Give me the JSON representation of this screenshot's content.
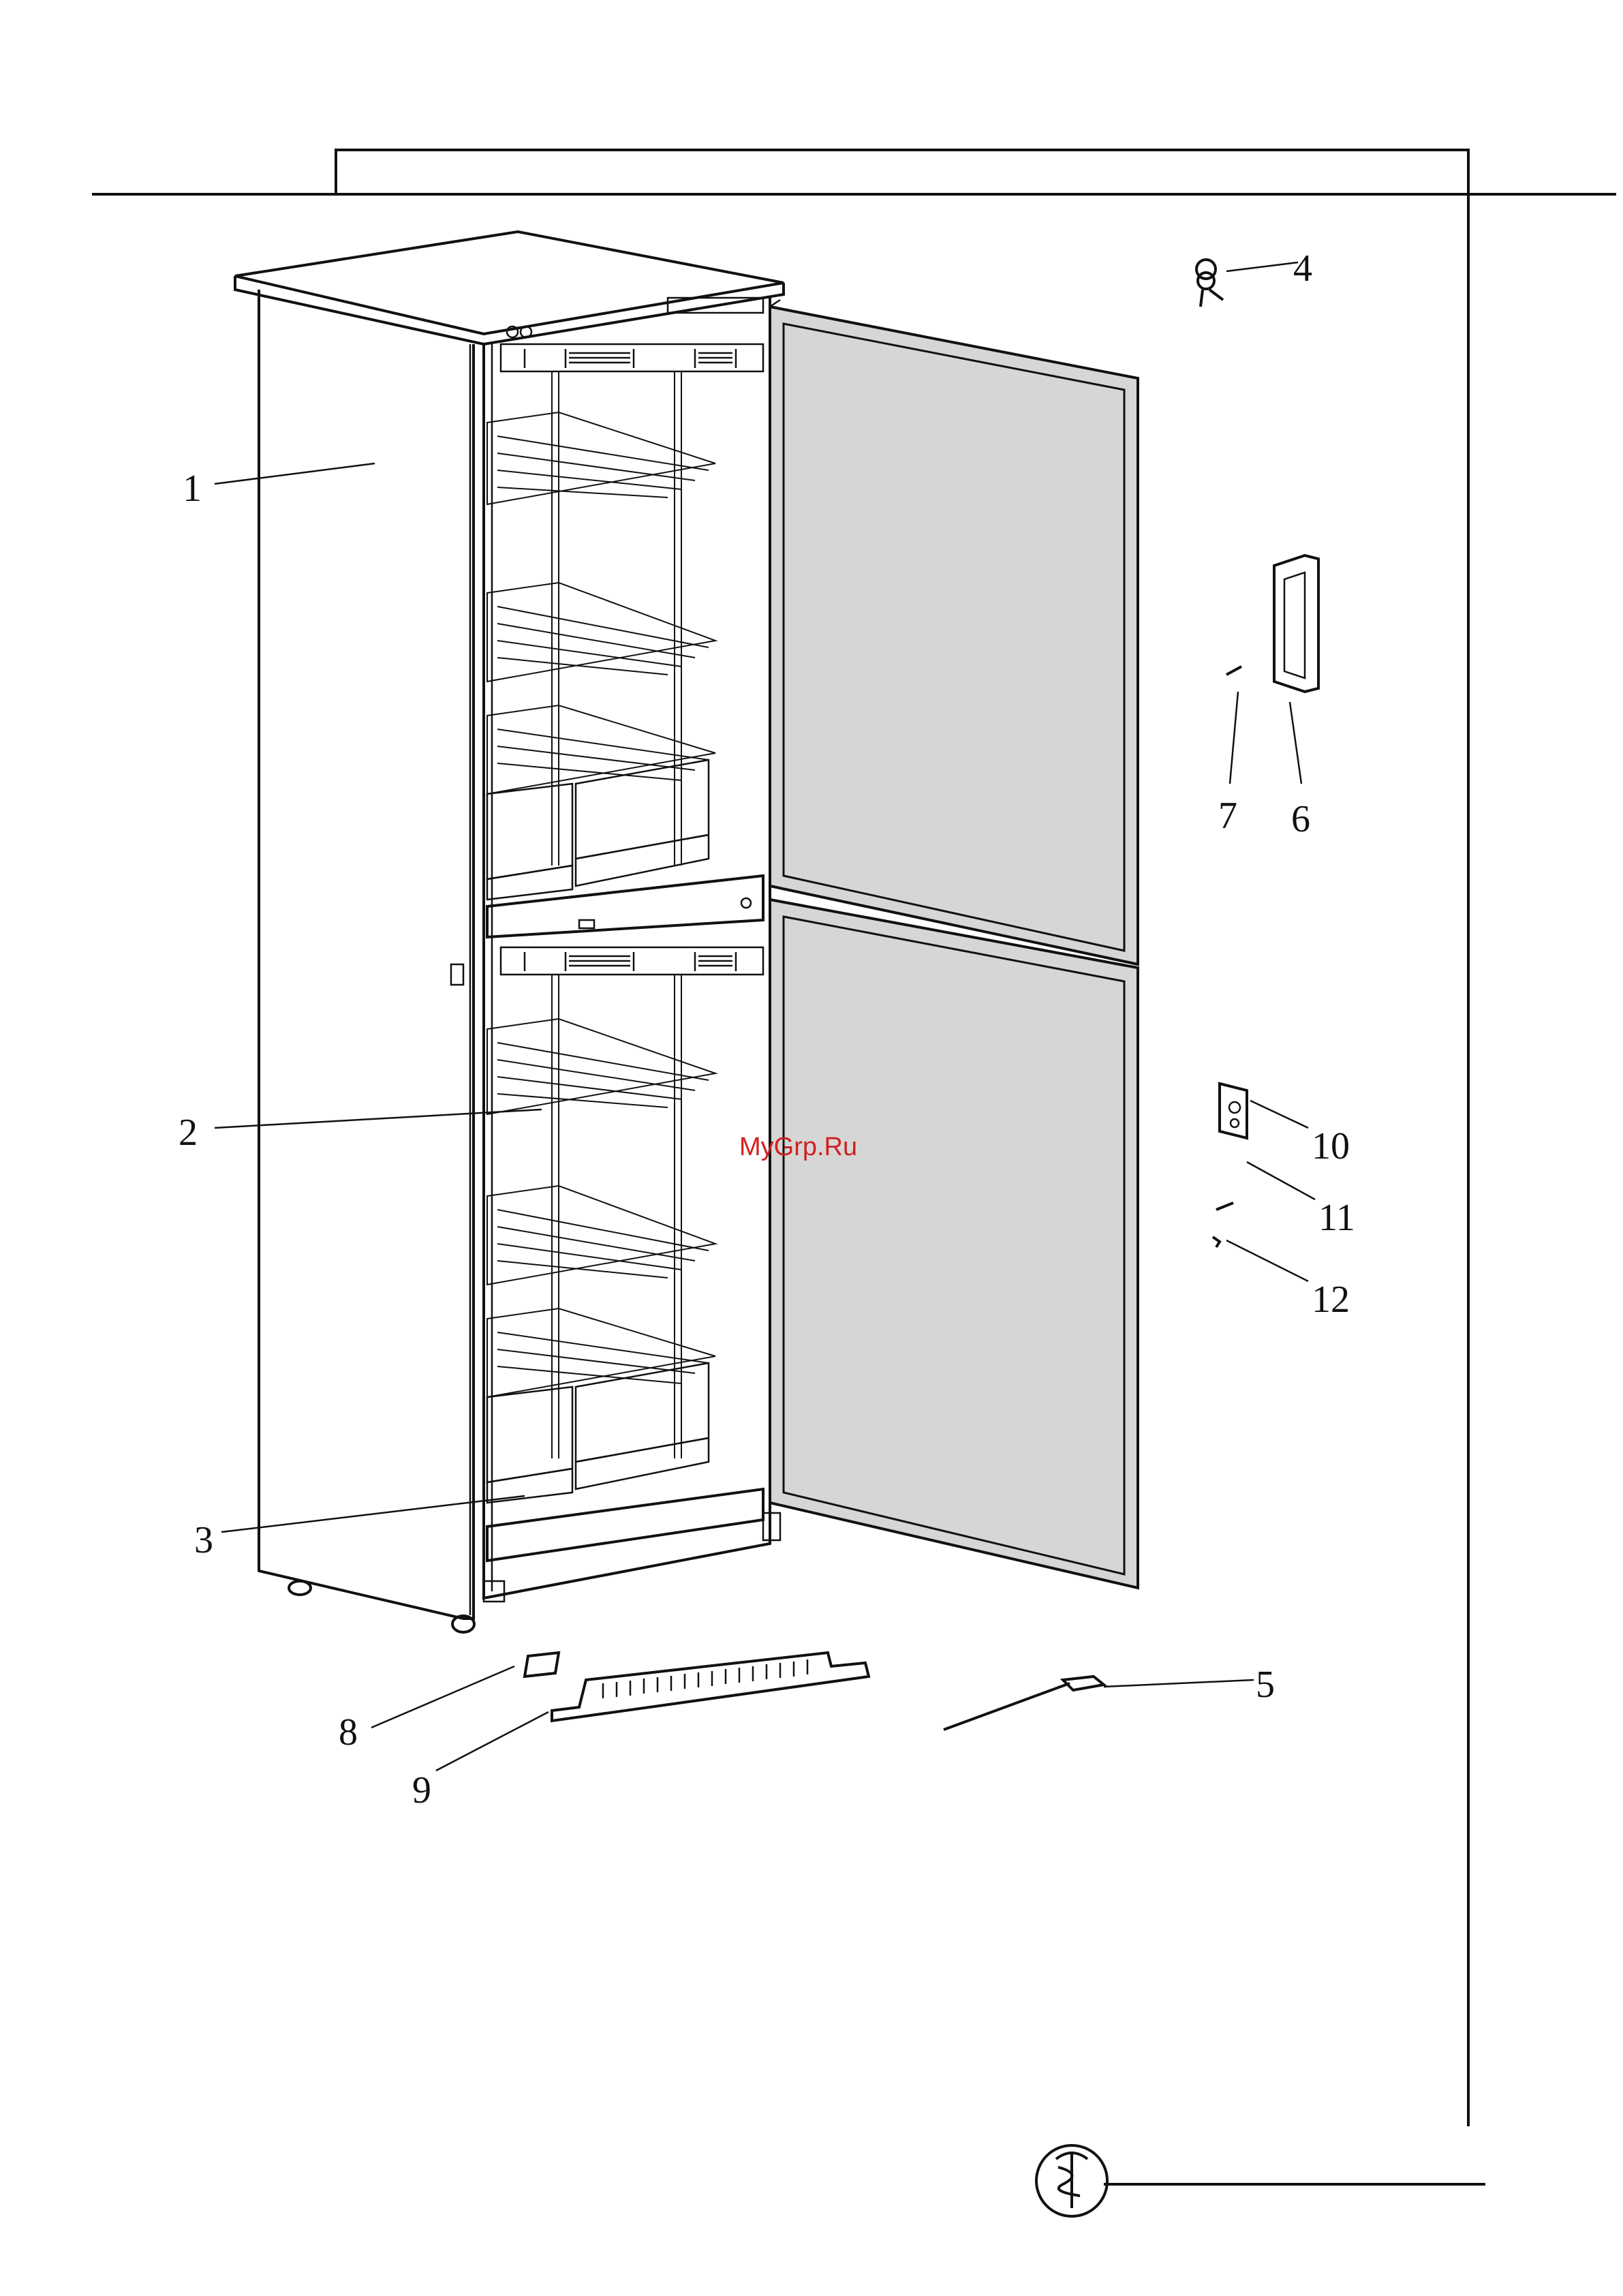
{
  "watermark": "MyGrp.Ru",
  "callouts": [
    {
      "id": "1",
      "label": "1"
    },
    {
      "id": "2",
      "label": "2"
    },
    {
      "id": "3",
      "label": "3"
    },
    {
      "id": "4",
      "label": "4"
    },
    {
      "id": "5",
      "label": "5"
    },
    {
      "id": "6",
      "label": "6"
    },
    {
      "id": "7",
      "label": "7"
    },
    {
      "id": "8",
      "label": "8"
    },
    {
      "id": "9",
      "label": "9"
    },
    {
      "id": "10",
      "label": "10"
    },
    {
      "id": "11",
      "label": "11"
    },
    {
      "id": "12",
      "label": "12"
    }
  ],
  "icons": {
    "keys": "keys-icon",
    "handle": "door-handle-icon",
    "screw": "screw-icon",
    "bracket": "bracket-icon",
    "pin": "pin-icon",
    "plug": "plug-icon",
    "grille": "ventilation-grille-icon",
    "scraper": "ice-scraper-icon",
    "logo": "pharmacy-logo-icon"
  }
}
